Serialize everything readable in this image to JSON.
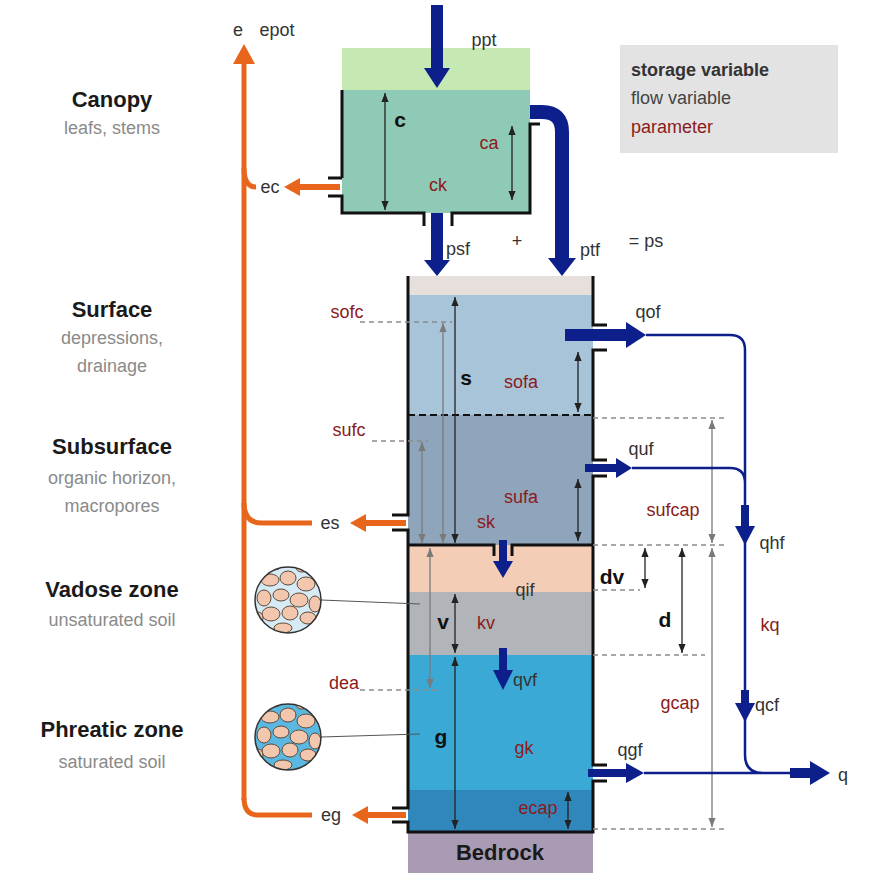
{
  "diagram": {
    "nodes": [
      {
        "text": [
          "c",
          "ca",
          "ck"
        ]
      },
      {
        "text": [
          "storage variable",
          "flow variable",
          "parameter"
        ]
      },
      {
        "text": [
          "s",
          "sofa",
          "sufa",
          "sk",
          "qif",
          "v",
          "kv",
          "qvf",
          "g",
          "gk",
          "ecap"
        ]
      },
      {
        "text": [
          "Bedrock"
        ]
      }
    ],
    "edges": [
      {
        "from": 0,
        "to": 2,
        "label": "psf",
        "arrow": "to"
      },
      {
        "from": 0,
        "to": 2,
        "label": "ptf",
        "arrow": "to"
      }
    ],
    "labels": [
      "e",
      "epot",
      "ppt",
      "Canopy",
      "leafs, stems",
      "ec",
      "+",
      "= ps",
      "Surface",
      "depressions, drainage",
      "sofc",
      "qof",
      "Subsurface",
      "sufc",
      "organic horizon, macropores",
      "quf",
      "sufcap",
      "es",
      "qhf",
      "Vadose zone",
      "dv",
      "unsaturated soil",
      "d",
      "kq",
      "dea",
      "gcap",
      "qcf",
      "Phreatic zone",
      "qgf",
      "saturated soil",
      "q",
      "eg"
    ]
  }
}
